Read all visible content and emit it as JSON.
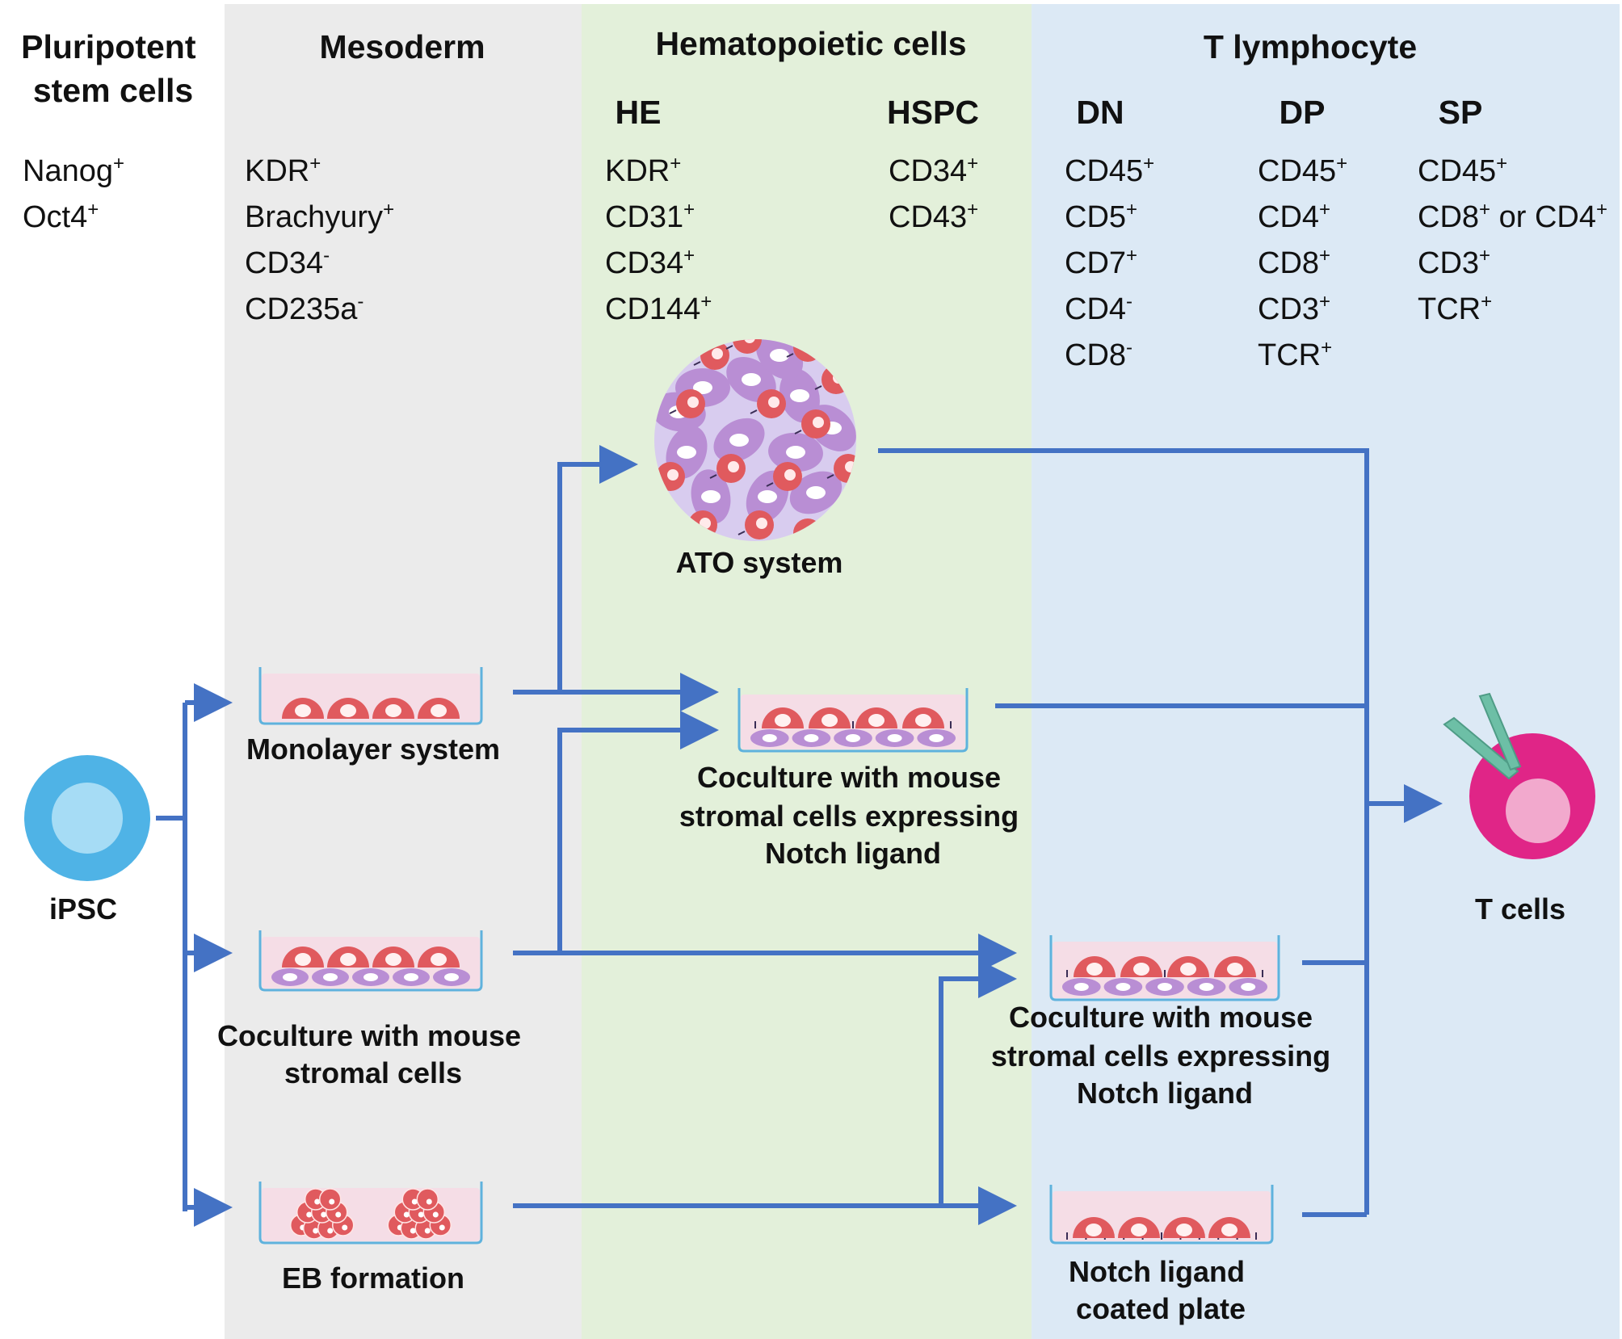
{
  "headers": {
    "pluripotent": [
      "Pluripotent",
      "stem cells"
    ],
    "mesoderm": "Mesoderm",
    "hematopoietic": "Hematopoietic cells",
    "tlymphocyte": "T lymphocyte",
    "he": "HE",
    "hspc": "HSPC",
    "dn": "DN",
    "dp": "DP",
    "sp": "SP"
  },
  "markers": {
    "pluripotent": [
      {
        "t": "Nanog",
        "s": "+"
      },
      {
        "t": "Oct4",
        "s": "+"
      }
    ],
    "mesoderm": [
      {
        "t": "KDR",
        "s": "+"
      },
      {
        "t": "Brachyury",
        "s": "+"
      },
      {
        "t": "CD34",
        "s": "-"
      },
      {
        "t": "CD235a",
        "s": "-"
      }
    ],
    "he": [
      {
        "t": "KDR",
        "s": "+"
      },
      {
        "t": "CD31",
        "s": "+"
      },
      {
        "t": "CD34",
        "s": "+"
      },
      {
        "t": "CD144",
        "s": "+"
      }
    ],
    "hspc": [
      {
        "t": "CD34",
        "s": "+"
      },
      {
        "t": "CD43",
        "s": "+"
      }
    ],
    "dn": [
      {
        "t": "CD45",
        "s": "+"
      },
      {
        "t": "CD5",
        "s": "+"
      },
      {
        "t": "CD7",
        "s": "+"
      },
      {
        "t": "CD4",
        "s": "-"
      },
      {
        "t": "CD8",
        "s": "-"
      }
    ],
    "dp": [
      {
        "t": "CD45",
        "s": "+"
      },
      {
        "t": "CD4",
        "s": "+"
      },
      {
        "t": "CD8",
        "s": "+"
      },
      {
        "t": "CD3",
        "s": "+"
      },
      {
        "t": "TCR",
        "s": "+"
      }
    ],
    "sp": [
      {
        "t": "CD45",
        "s": "+"
      },
      {
        "t": "CD8",
        "s": "+",
        "t2": " or CD4",
        "s2": "+"
      },
      {
        "t": "CD3",
        "s": "+"
      },
      {
        "t": "TCR",
        "s": "+"
      }
    ]
  },
  "labels": {
    "ipsc": "iPSC",
    "tcells": "T cells",
    "ato": "ATO system",
    "monolayer": "Monolayer system",
    "coculture_mouse": [
      "Coculture with mouse",
      "stromal cells"
    ],
    "eb": "EB formation",
    "coculture_notch_1": [
      "Coculture with mouse",
      "stromal cells expressing",
      "Notch ligand"
    ],
    "coculture_notch_2": [
      "Coculture with mouse",
      "stromal cells expressing",
      "Notch ligand"
    ],
    "notch_plate": [
      "Notch ligand",
      "coated plate"
    ]
  },
  "colors": {
    "mesoderm_bg": "#ebebeb",
    "hematopoietic_bg": "#e3f0da",
    "tlymph_bg": "#dce9f5",
    "arrow": "#4472c4",
    "red_cell": "#e05a5e",
    "purple_cell": "#b98ed4",
    "ipsc_outer": "#4fb3e6",
    "ipsc_inner": "#a6dcf5",
    "tcell_outer": "#e02587",
    "tcell_inner": "#f2a9cd",
    "receptor": "#6dbfa6"
  }
}
